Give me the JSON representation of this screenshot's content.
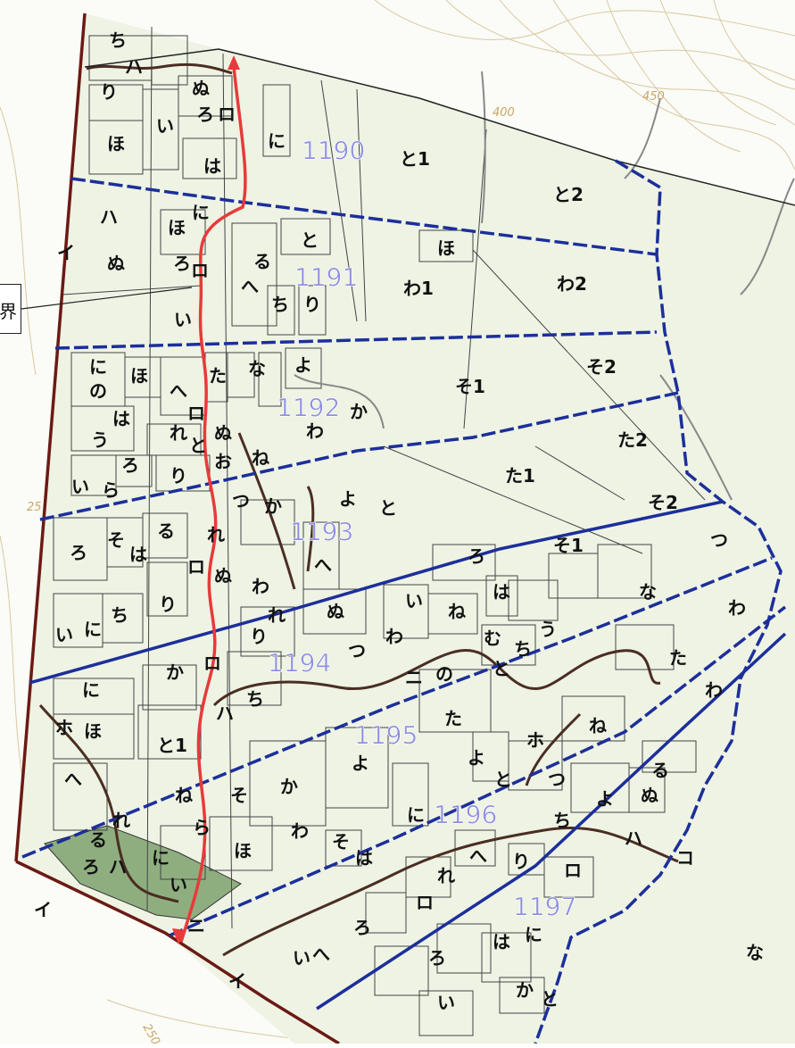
{
  "map": {
    "plots": [
      {
        "id": "p1190",
        "label": "1190"
      },
      {
        "id": "p1191",
        "label": "1191"
      },
      {
        "id": "p1192",
        "label": "1192"
      },
      {
        "id": "p1193",
        "label": "1193"
      },
      {
        "id": "p1194",
        "label": "1194"
      },
      {
        "id": "p1195",
        "label": "1195"
      },
      {
        "id": "p1196",
        "label": "1196"
      },
      {
        "id": "p1197",
        "label": "1197"
      }
    ],
    "contours": [
      "450",
      "400",
      "250",
      "25"
    ],
    "callout": {
      "text": "界"
    },
    "lots": {
      "r1190": [
        "ち",
        "ハ",
        "り",
        "ぬ",
        "ろ",
        "ロ",
        "い",
        "ほ",
        "は",
        "に",
        "と1",
        "と2"
      ],
      "r1191": [
        "ハ",
        "ほ",
        "に",
        "ぬ",
        "ろ",
        "ロ",
        "と",
        "る",
        "ほ",
        "わ1",
        "わ2",
        "へ",
        "ち",
        "り",
        "い",
        "イ"
      ],
      "r1192": [
        "に",
        "ほ",
        "の",
        "へ",
        "た",
        "な",
        "よ",
        "か",
        "は",
        "ロ",
        "ぬ",
        "わ",
        "そ1",
        "そ2",
        "う",
        "れ",
        "と",
        "ね",
        "お",
        "ろ",
        "り",
        "い",
        "ら"
      ],
      "r1193": [
        "た2",
        "た1",
        "つ",
        "か",
        "よ",
        "と",
        "ろ",
        "そ",
        "る",
        "は",
        "れ",
        "1193",
        "へ",
        "ろ",
        "そ1",
        "そ2",
        "つ"
      ],
      "r1194": [
        "ロ",
        "ぬ",
        "わ",
        "い",
        "ね",
        "は",
        "い",
        "に",
        "ち",
        "り",
        "れ",
        "ぬ",
        "な",
        "り",
        "わ",
        "つ",
        "わ",
        "む",
        "う",
        "ち",
        "と",
        "た",
        "か",
        "ロ"
      ],
      "r1195": [
        "に",
        "ほ",
        "ホ",
        "と1",
        "ち",
        "ニ",
        "の",
        "た",
        "ハ",
        "よ",
        "ホ",
        "ね",
        "つ",
        "わ",
        "へ",
        "ね",
        "そ",
        "か",
        "よ",
        "と",
        "る",
        "ぬ"
      ],
      "r1196": [
        "る",
        "れ",
        "に",
        "ら",
        "ほ",
        "わ",
        "そ",
        "は",
        "に",
        "ち",
        "よ",
        "ハ",
        "ろ",
        "ハ",
        "い",
        "れ",
        "へ",
        "り",
        "ロ",
        "コ"
      ],
      "r1197": [
        "イ",
        "ニ",
        "ロ",
        "ろ",
        "い",
        "へ",
        "は",
        "に",
        "な",
        "ろ",
        "い",
        "か",
        "と",
        "イ"
      ]
    }
  }
}
